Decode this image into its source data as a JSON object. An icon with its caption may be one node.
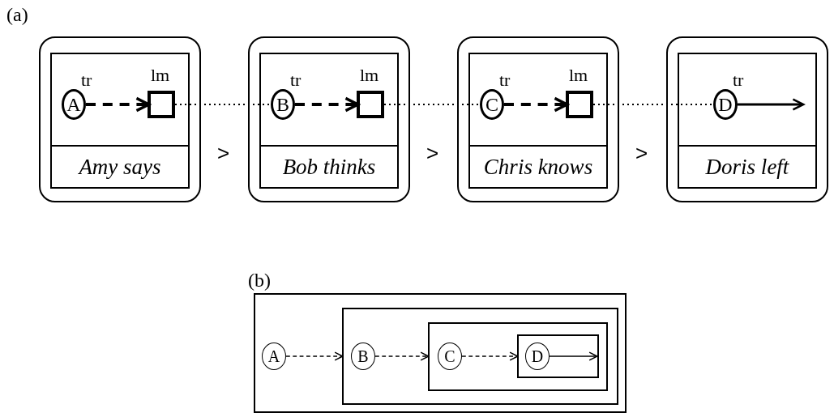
{
  "diagram": {
    "nodes": [
      {
        "text": [],
        "shape": "box"
      },
      {
        "text": [],
        "shape": "box",
        "in": 0
      },
      {
        "text": [
          "A"
        ],
        "in": 1,
        "beside": [
          "tr"
        ]
      },
      {
        "text": [],
        "shape": "box",
        "in": 1,
        "beside": [
          "lm"
        ]
      },
      {
        "text": [
          "Amy says"
        ],
        "in": 0
      },
      {
        "text": [],
        "shape": "box"
      },
      {
        "text": [],
        "shape": "box",
        "in": 5
      },
      {
        "text": [
          "B"
        ],
        "in": 6,
        "beside": [
          "tr"
        ]
      },
      {
        "text": [],
        "shape": "box",
        "in": 6,
        "beside": [
          "lm"
        ]
      },
      {
        "text": [
          "Bob thinks"
        ],
        "in": 5
      },
      {
        "text": [],
        "shape": "box"
      },
      {
        "text": [],
        "shape": "box",
        "in": 10
      },
      {
        "text": [
          "C"
        ],
        "in": 11,
        "beside": [
          "tr"
        ]
      },
      {
        "text": [],
        "shape": "box",
        "in": 11,
        "beside": [
          "lm"
        ]
      },
      {
        "text": [
          "Chris knows"
        ],
        "in": 10
      },
      {
        "text": [],
        "shape": "box"
      },
      {
        "text": [],
        "shape": "box",
        "in": 15
      },
      {
        "text": [
          "D"
        ],
        "in": 16,
        "beside": [
          "tr"
        ]
      },
      {
        "text": [
          "Doris left"
        ],
        "in": 15
      },
      {
        "text": [],
        "shape": "box"
      },
      {
        "text": [
          "A"
        ],
        "in": 19
      },
      {
        "text": [],
        "shape": "box",
        "in": 19
      },
      {
        "text": [
          "B"
        ],
        "in": 21
      },
      {
        "text": [],
        "shape": "box",
        "in": 21
      },
      {
        "text": [
          "C"
        ],
        "in": 23
      },
      {
        "text": [],
        "shape": "box",
        "in": 23
      },
      {
        "text": [
          "D"
        ],
        "in": 25
      }
    ],
    "edges": [
      {
        "from": 2,
        "to": 3,
        "arrow": "to",
        "style": "dashed"
      },
      {
        "from": 3,
        "to": 7,
        "arrow": "none",
        "style": "dashed"
      },
      {
        "from": 7,
        "to": 8,
        "arrow": "to",
        "style": "dashed"
      },
      {
        "from": 8,
        "to": 12,
        "arrow": "none",
        "style": "dashed"
      },
      {
        "from": 12,
        "to": 13,
        "arrow": "to",
        "style": "dashed"
      },
      {
        "from": 13,
        "to": 17,
        "arrow": "none",
        "style": "dashed"
      },
      {
        "from": 17,
        "to": null,
        "arrow": "to"
      },
      {
        "from": 20,
        "to": 21,
        "arrow": "to",
        "style": "dashed"
      },
      {
        "from": 22,
        "to": 23,
        "arrow": "to",
        "style": "dashed"
      },
      {
        "from": 24,
        "to": 25,
        "arrow": "to",
        "style": "dashed"
      },
      {
        "from": 26,
        "to": null,
        "arrow": "to"
      }
    ],
    "labels": [
      "(a)",
      ">",
      ">",
      ">",
      "(b)"
    ]
  }
}
